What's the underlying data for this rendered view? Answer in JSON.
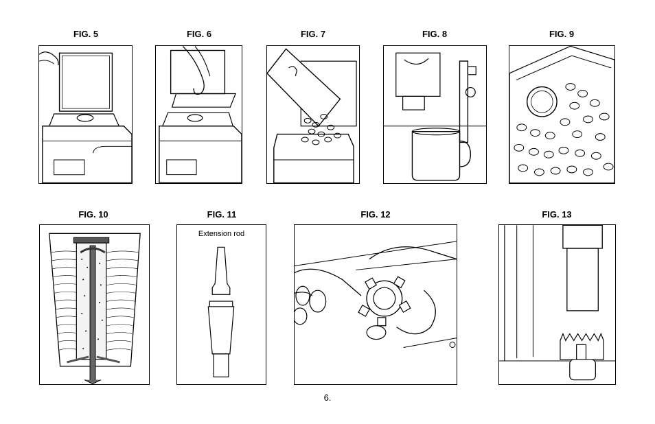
{
  "figures": {
    "fig5": "FIG. 5",
    "fig6": "FIG. 6",
    "fig7": "FIG. 7",
    "fig8": "FIG. 8",
    "fig9": "FIG. 9",
    "fig10": "FIG. 10",
    "fig11": "FIG. 11",
    "fig12": "FIG. 12",
    "fig13": "FIG. 13"
  },
  "fig11_label": "Extension rod",
  "page_number": "6."
}
